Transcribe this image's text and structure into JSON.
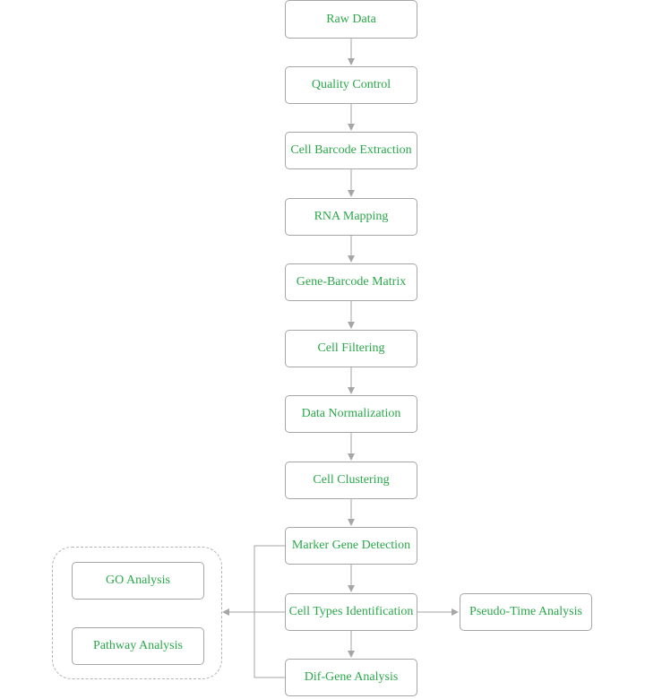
{
  "diagram": {
    "nodes": {
      "raw_data": "Raw Data",
      "quality_control": "Quality Control",
      "cell_barcode_extraction": "Cell Barcode Extraction",
      "rna_mapping": "RNA Mapping",
      "gene_barcode_matrix": "Gene-Barcode Matrix",
      "cell_filtering": "Cell Filtering",
      "data_normalization": "Data Normalization",
      "cell_clustering": "Cell Clustering",
      "marker_gene_detection": "Marker Gene Detection",
      "cell_types_identification": "Cell Types Identification",
      "dif_gene_analysis": "Dif-Gene Analysis",
      "pseudo_time_analysis": "Pseudo-Time Analysis",
      "go_analysis": "GO Analysis",
      "pathway_analysis": "Pathway Analysis"
    },
    "colors": {
      "node_text": "#2aa84a",
      "node_border": "#a6a6a6",
      "arrow": "#a6a6a6"
    }
  }
}
